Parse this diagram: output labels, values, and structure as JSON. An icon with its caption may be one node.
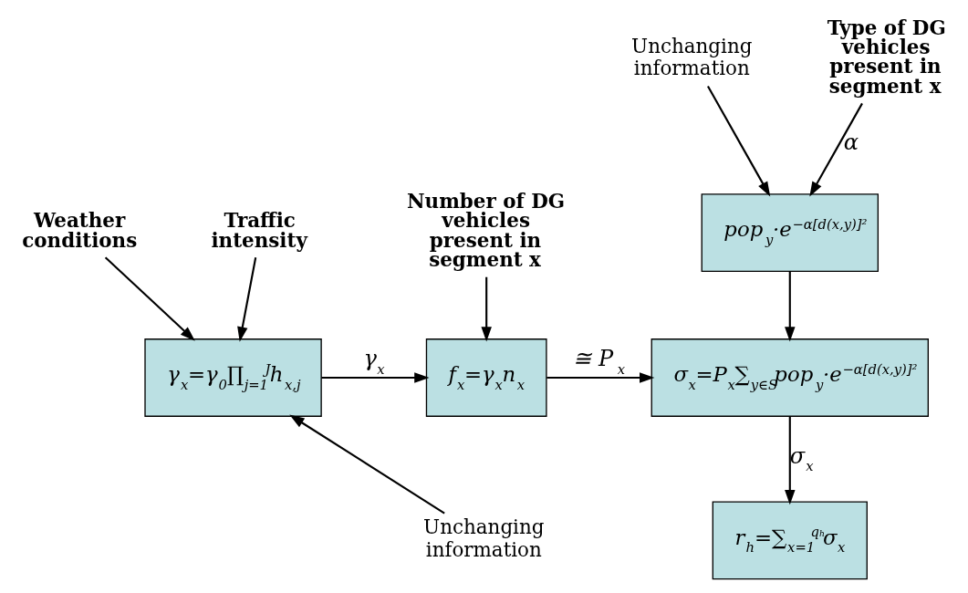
{
  "diagram": {
    "nodes": [
      {
        "text": [
          "Weather conditions"
        ]
      },
      {
        "text": [
          "Traffic intensity"
        ]
      },
      {
        "text": [
          "γ$_{x}$=γ$_{0}$∏$_{j=1}$$^{J}$h$_{x,j}$"
        ]
      },
      {
        "text": [
          "Unchanging information"
        ]
      },
      {
        "text": [
          "Number of DG vehicles present in segment x"
        ]
      },
      {
        "text": [
          "f$_{x}$=γ$_{x}$n$_{x}$"
        ]
      },
      {
        "text": [
          "Unchanging information"
        ]
      },
      {
        "text": [
          "Type of DG vehicles present in segment x"
        ]
      },
      {
        "text": [
          "pop$_{y}$·e$^{−α[d(x,y)]²}$"
        ]
      },
      {
        "text": [
          "σ$_{x}$=P$_{x}$∑$_{y∈S}$pop$_{y}$·e$^{−α[d(x,y)]²}$"
        ]
      },
      {
        "text": [
          "r$_{h}$=∑$_{x=1}$$^{qₕ}$σ$_{x}$"
        ]
      }
    ],
    "edges": [
      {
        "from": 0,
        "to": 2,
        "arrow": "to"
      },
      {
        "from": 1,
        "to": 2,
        "arrow": "to"
      },
      {
        "from": 3,
        "to": 2,
        "arrow": "to"
      },
      {
        "from": 4,
        "to": 5,
        "arrow": "to"
      },
      {
        "from": 2,
        "to": 5,
        "arrow": "to",
        "label": "γ$_{x}$"
      },
      {
        "from": 5,
        "to": 9,
        "arrow": "to",
        "label": "≅ P$_{x}$"
      },
      {
        "from": 6,
        "to": 8,
        "arrow": "to"
      },
      {
        "from": 7,
        "to": 8,
        "arrow": "to",
        "label": "α"
      },
      {
        "from": 8,
        "to": 9,
        "arrow": "to"
      },
      {
        "from": 9,
        "to": 10,
        "arrow": "to",
        "label": "σ$_{x}$"
      }
    ]
  }
}
